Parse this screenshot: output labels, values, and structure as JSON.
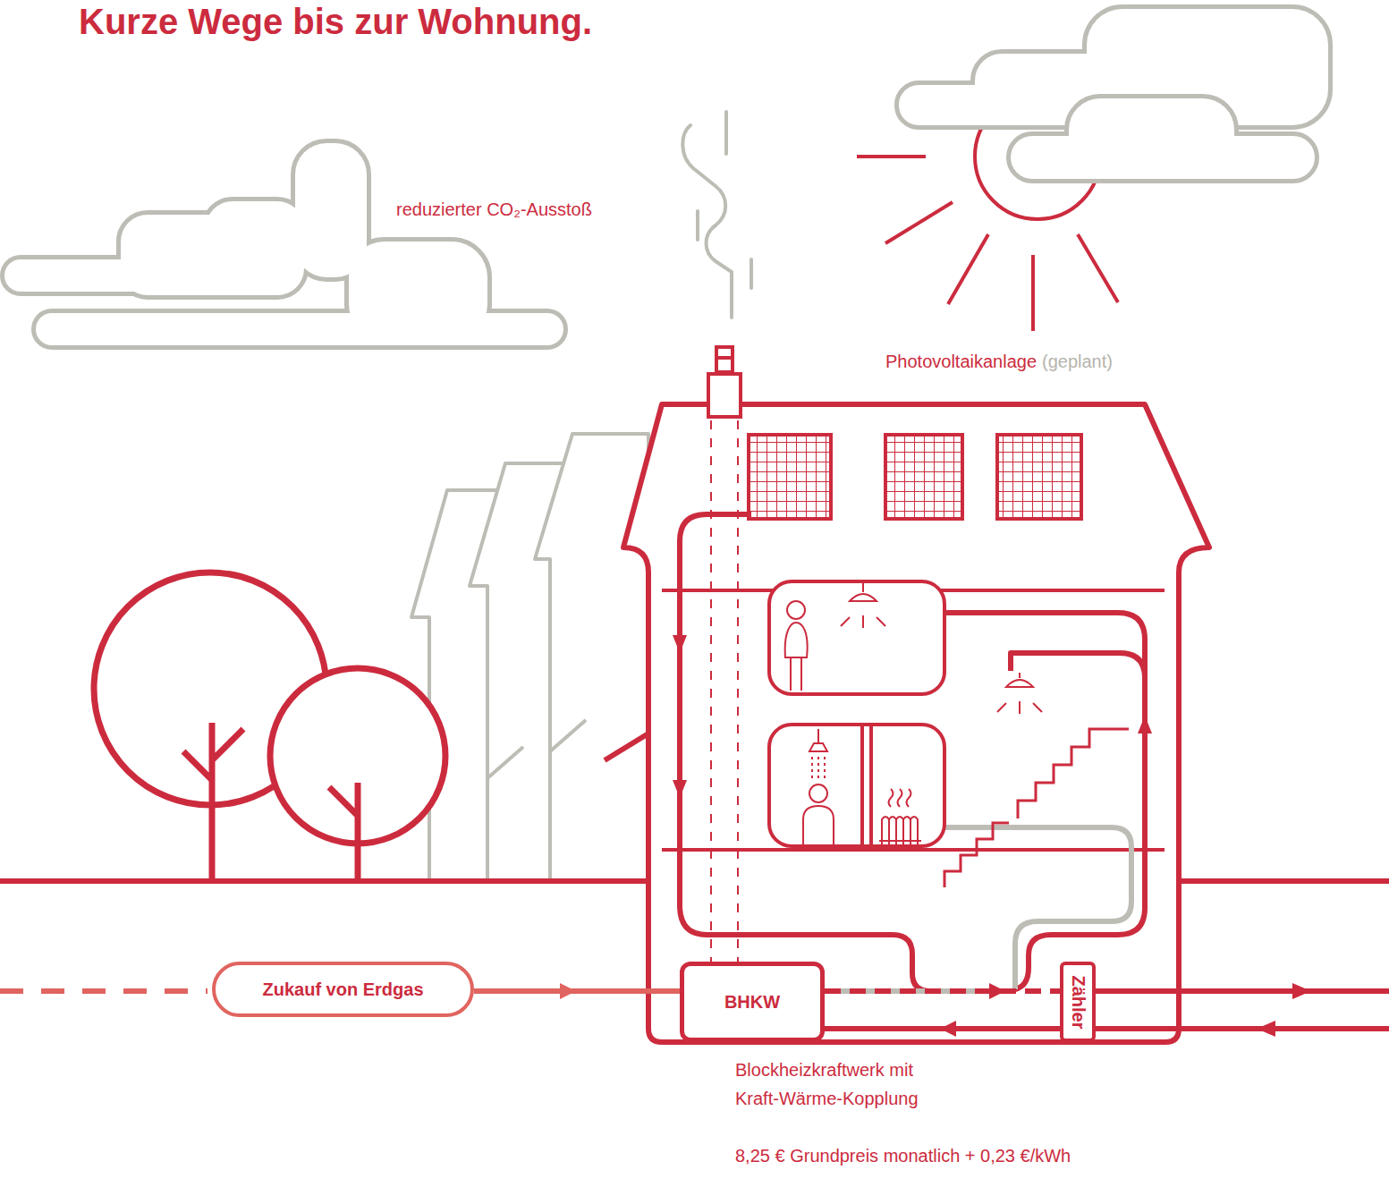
{
  "diagram": {
    "title": "Kurze Wege bis zur Wohnung.",
    "nodes": [
      {
        "text": [
          "Zukauf von Erdgas"
        ]
      },
      {
        "text": [
          "BHKW"
        ]
      },
      {
        "text": [
          "Zähler"
        ]
      }
    ],
    "edges": [
      {
        "from": 0,
        "to": 1,
        "arrow": "to"
      },
      {
        "from": 1,
        "to": 2,
        "arrow": "to"
      },
      {
        "from": 2,
        "to": 1,
        "arrow": "to"
      }
    ],
    "labels": [
      "reduzierter CO₂-Ausstoß",
      "Photovoltaikanlage",
      "(geplant)",
      "Blockheizkraftwerk mit Kraft-Wärme-Kopplung",
      "8,25 € Grundpreis monatlich + 0,23 €/kWh"
    ]
  }
}
